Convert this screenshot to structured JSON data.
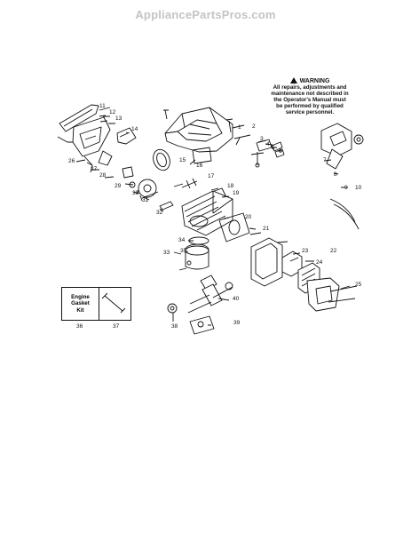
{
  "watermark": "AppliancePartsPros.com",
  "warning": {
    "title": "WARNING",
    "lines": [
      "All repairs, adjustments and",
      "maintenance not described in",
      "the Operator's Manual must",
      "be performed by qualified",
      "service personnel."
    ]
  },
  "kit": {
    "lines": [
      "Engine",
      "Gasket",
      "Kit"
    ]
  },
  "callouts": [
    "1",
    "2",
    "3",
    "4",
    "5",
    "6",
    "7",
    "8",
    "9",
    "10",
    "11",
    "12",
    "13",
    "14",
    "15",
    "16",
    "17",
    "18",
    "19",
    "20",
    "21",
    "22",
    "23",
    "24",
    "25",
    "26",
    "27",
    "28",
    "29",
    "30",
    "31",
    "32",
    "33",
    "34",
    "35",
    "36",
    "37",
    "38",
    "39",
    "40"
  ]
}
